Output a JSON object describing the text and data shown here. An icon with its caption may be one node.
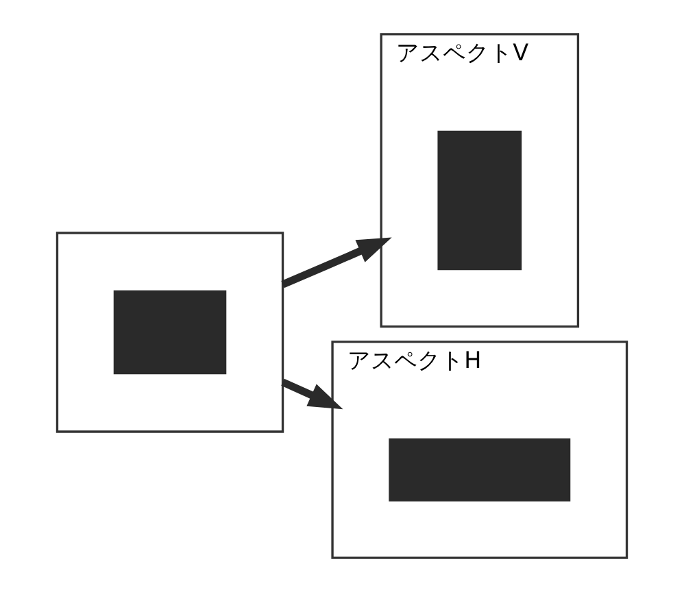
{
  "diagram": {
    "nodes": [
      {
        "text": [],
        "shape": "box"
      },
      {
        "text": [],
        "shape": "box",
        "in": 0
      },
      {
        "text": [
          "アスペクトV"
        ]
      },
      {
        "text": [],
        "shape": "box",
        "in": 2
      },
      {
        "text": [
          "アスペクトH"
        ]
      },
      {
        "text": [],
        "shape": "box",
        "in": 4
      }
    ],
    "edges": [
      {
        "from": 0,
        "to": 2,
        "arrow": "to"
      },
      {
        "from": 0,
        "to": 4,
        "arrow": "to"
      }
    ]
  }
}
